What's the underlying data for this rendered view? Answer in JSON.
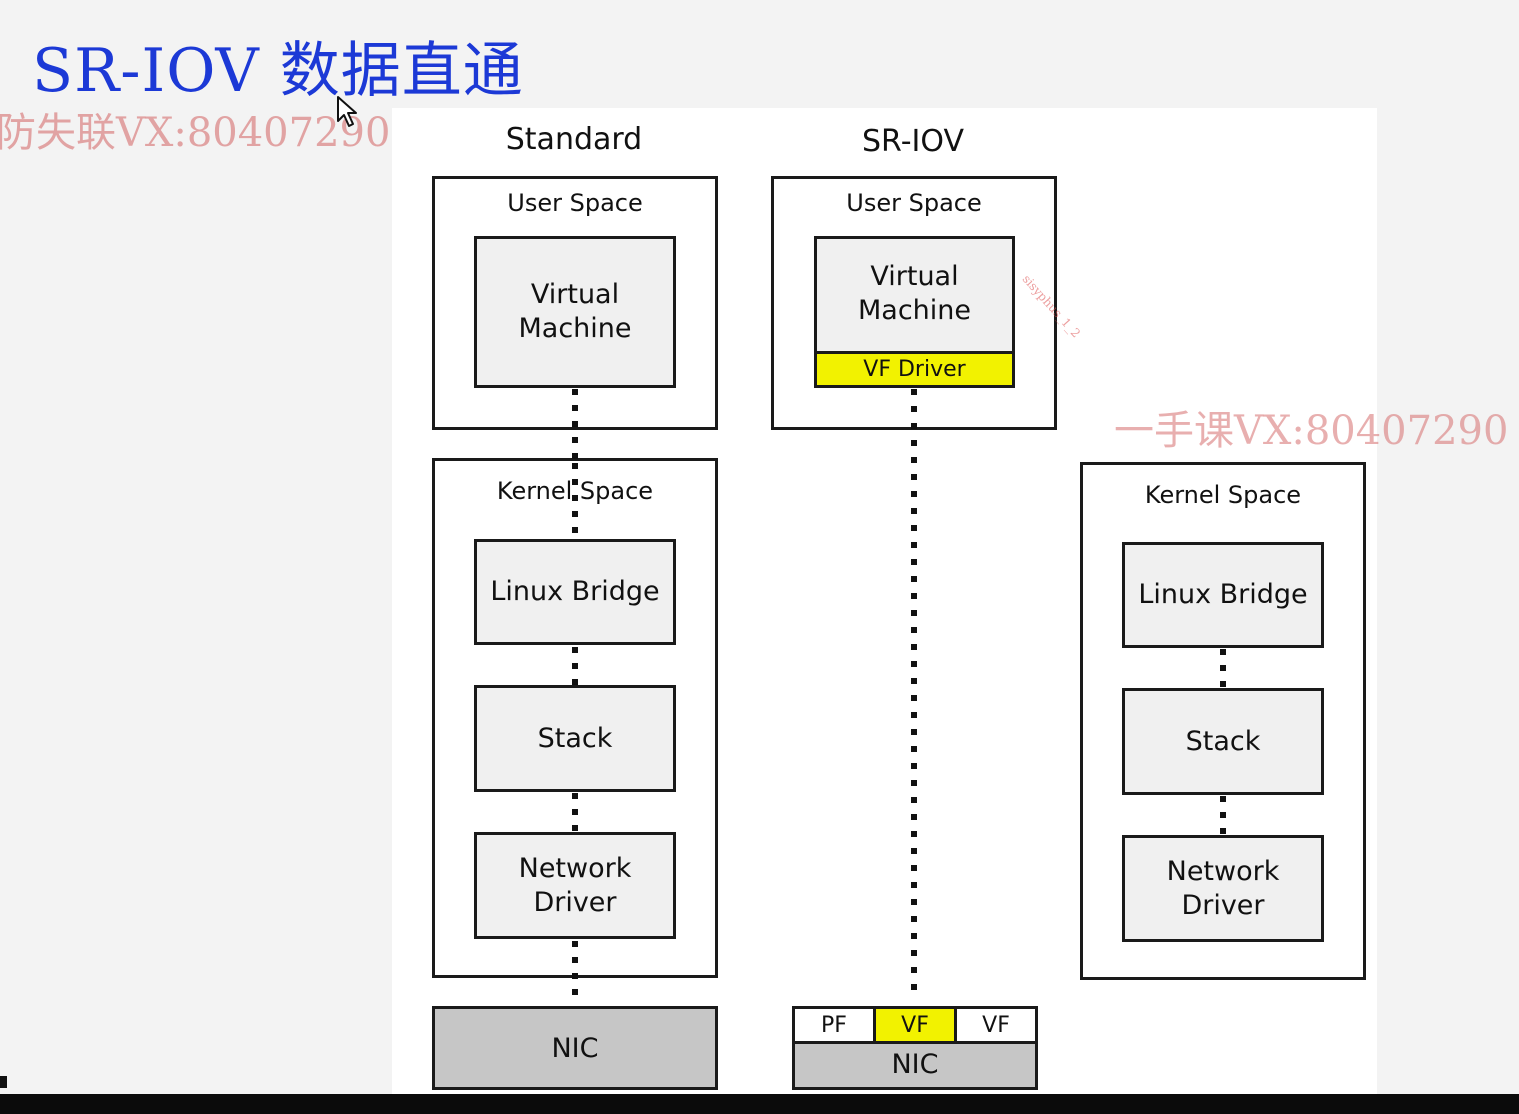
{
  "title": "SR-IOV 数据直通",
  "watermarks": {
    "top_left": "防失联VX:80407290",
    "right": "一手课VX:80407290",
    "diagonal": "sisyphus_1_2"
  },
  "columns": {
    "standard": {
      "heading": "Standard",
      "user_space": {
        "label": "User Space",
        "vm": "Virtual\nMachine"
      },
      "kernel_space": {
        "label": "Kernel Space",
        "bridge": "Linux Bridge",
        "stack": "Stack",
        "driver": "Network\nDriver"
      },
      "nic": "NIC"
    },
    "sriov": {
      "heading": "SR-IOV",
      "user_space": {
        "label": "User Space",
        "vm": "Virtual\nMachine",
        "vf_driver": "VF Driver"
      },
      "nic": {
        "functions": [
          "PF",
          "VF",
          "VF"
        ],
        "label": "NIC"
      }
    },
    "third": {
      "kernel_space": {
        "label": "Kernel Space",
        "bridge": "Linux Bridge",
        "stack": "Stack",
        "driver": "Network\nDriver"
      }
    }
  },
  "colors": {
    "title": "#1c39d6",
    "highlight": "#f2f200",
    "nic": "#c6c6c6",
    "component": "#f0f0f0"
  }
}
